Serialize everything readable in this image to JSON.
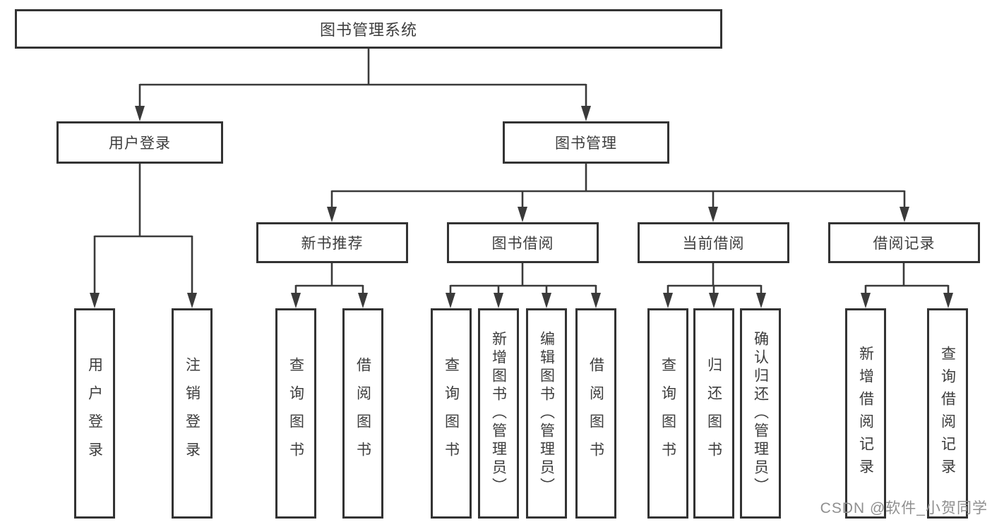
{
  "tree": {
    "label": "图书管理系统",
    "children": [
      {
        "label": "用户登录",
        "children": [
          "用户登录",
          "注销登录"
        ]
      },
      {
        "label": "图书管理",
        "children": [
          {
            "label": "新书推荐",
            "children": [
              "查询图书",
              "借阅图书"
            ]
          },
          {
            "label": "图书借阅",
            "children": [
              "查询图书",
              "新增图书（管理员）",
              "编辑图书（管理员）",
              "借阅图书"
            ]
          },
          {
            "label": "当前借阅",
            "children": [
              "查询图书",
              "归还图书",
              "确认归还（管理员）"
            ]
          },
          {
            "label": "借阅记录",
            "children": [
              "新增借阅记录",
              "查询借阅记录"
            ]
          }
        ]
      }
    ]
  },
  "watermark": "CSDN @软件_小贺同学",
  "colors": {
    "line": "#3a3a3a",
    "border": "#333333",
    "text": "#3d3d3d",
    "watermark": "#8f8f8f",
    "background": "#ffffff"
  }
}
